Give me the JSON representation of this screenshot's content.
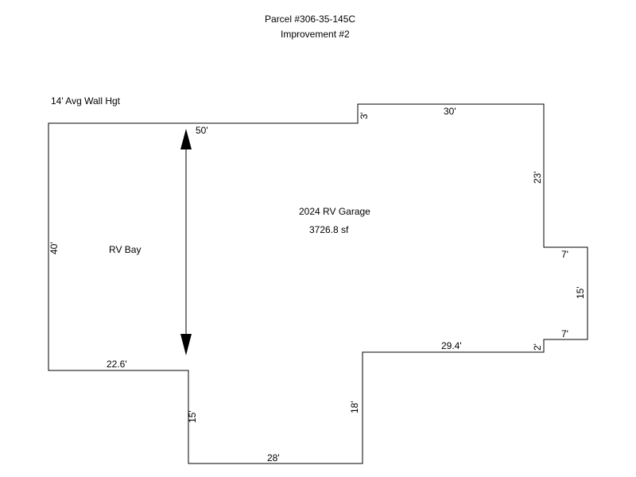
{
  "header": {
    "parcel": "Parcel #306-35-145C",
    "improvement": "Improvement #2"
  },
  "note": "14' Avg Wall Hgt",
  "building": {
    "name": "2024 RV Garage",
    "area": "3726.8 sf"
  },
  "room_label": "RV Bay",
  "dimensions": {
    "top_left": "50'",
    "step_top": "3'",
    "top_right": "30'",
    "right_upper": "23'",
    "notch_top": "7'",
    "notch_side": "15'",
    "notch_bottom": "7'",
    "notch_step": "2'",
    "lower_right": "29.4'",
    "inner_vertical": "18'",
    "bottom": "28'",
    "lower_left_vertical": "15'",
    "lower_left": "22.6'",
    "left": "40'"
  },
  "colors": {
    "line": "#000000",
    "background": "#ffffff"
  }
}
